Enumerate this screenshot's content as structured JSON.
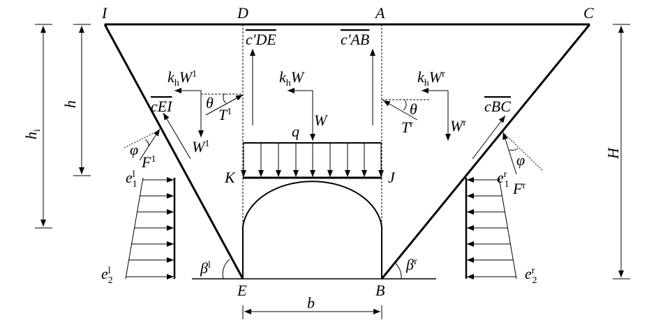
{
  "points": {
    "I": "I",
    "D": "D",
    "A": "A",
    "C": "C",
    "E": "E",
    "B": "B",
    "K": "K",
    "J": "J"
  },
  "forces": {
    "cDE": "c'DE",
    "cAB": "c'AB",
    "kW": "k",
    "kW_sub": "h",
    "W": "W",
    "W1": "W",
    "sup_l": "l",
    "sup_r": "r",
    "sup_1": "1",
    "cEI": "cEI",
    "cBC": "cBC",
    "T": "T",
    "F": "F",
    "theta": "θ",
    "phi": "φ",
    "q": "q",
    "beta": "β",
    "e": "e",
    "e_sub1": "1",
    "e_sub2": "2"
  },
  "dims": {
    "h": "h",
    "hi": "h",
    "hi_sub": "i",
    "H": "H",
    "b": "b"
  }
}
